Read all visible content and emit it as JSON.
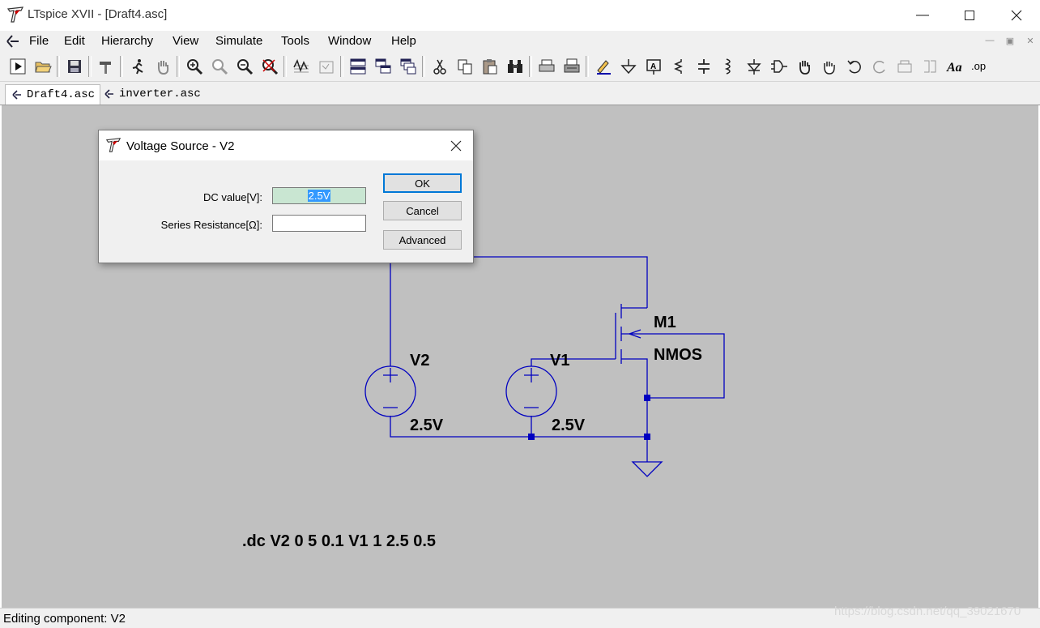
{
  "window": {
    "title": "LTspice XVII - [Draft4.asc]"
  },
  "menu": {
    "items": [
      "File",
      "Edit",
      "Hierarchy",
      "View",
      "Simulate",
      "Tools",
      "Window",
      "Help"
    ]
  },
  "tabs": [
    {
      "label": "Draft4.asc",
      "active": true
    },
    {
      "label": "inverter.asc",
      "active": false
    }
  ],
  "schematic": {
    "v2_name": "V2",
    "v2_value": "2.5V",
    "v1_name": "V1",
    "v1_value": "2.5V",
    "m1_name": "M1",
    "m1_model": "NMOS",
    "directive": ".dc V2 0 5 0.1 V1 1 2.5 0.5",
    "wire_color": "#0000c0"
  },
  "dialog": {
    "title": "Voltage Source - V2",
    "dc_label": "DC value[V]:",
    "dc_value": "2.5V",
    "rser_label": "Series Resistance[Ω]:",
    "rser_value": "",
    "ok_label": "OK",
    "cancel_label": "Cancel",
    "advanced_label": "Advanced"
  },
  "status": {
    "text": "Editing component: V2",
    "watermark": "https://blog.csdn.net/qq_39021670"
  }
}
